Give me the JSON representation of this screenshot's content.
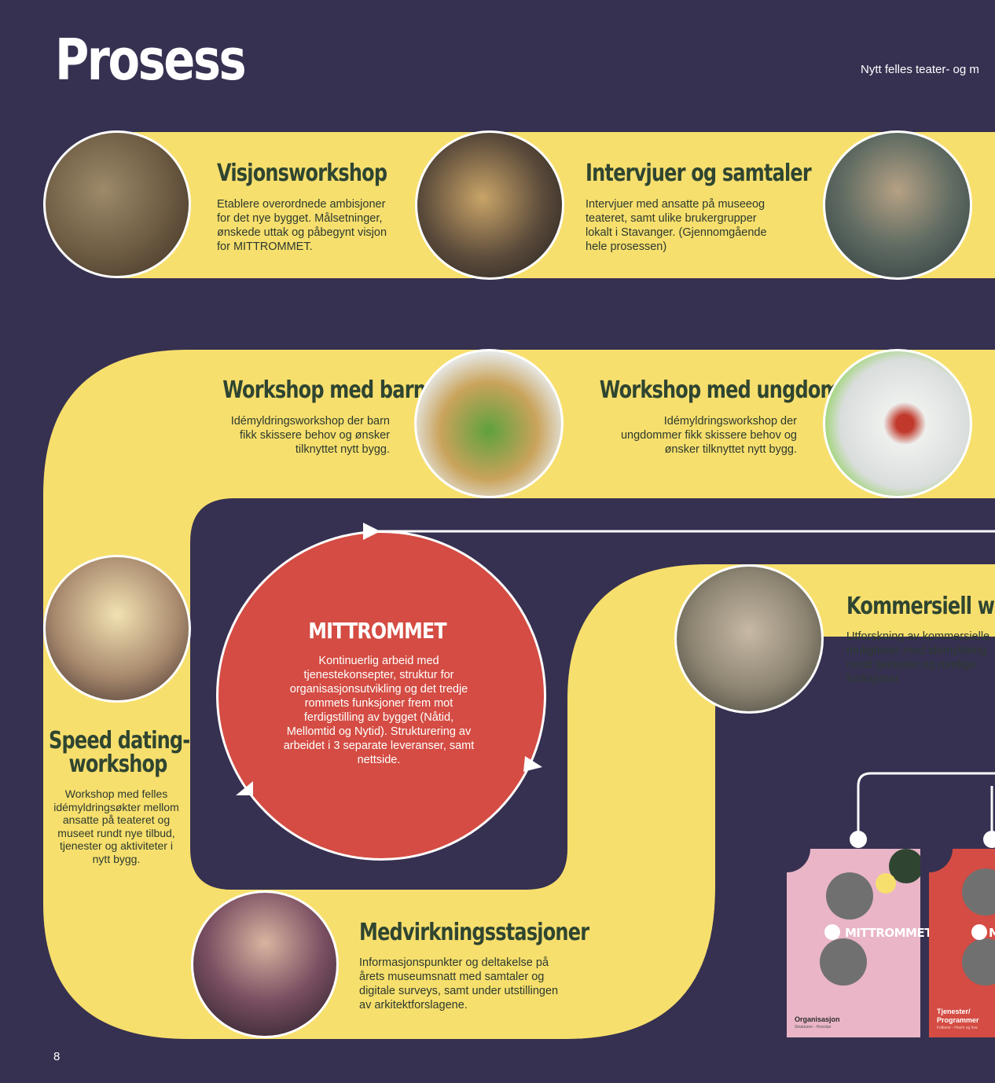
{
  "header": {
    "title": "Prosess",
    "subtitle": "Nytt felles teater- og m",
    "page_number": "8"
  },
  "steps": {
    "visjon": {
      "title": "Visjonsworkshop",
      "text": "Etablere overordnede ambisjoner for det nye bygget. Målsetninger, ønskede uttak og påbegynt visjon for MITTROMMET."
    },
    "intervjuer": {
      "title": "Intervjuer og samtaler",
      "text": "Intervjuer med ansatte på museeog teateret, samt ulike brukergrupper lokalt i Stavanger. (Gjennomgående hele prosessen)"
    },
    "barn": {
      "title": "Workshop med barn",
      "text": "Idémyldringsworkshop der barn fikk skissere behov og ønsker tilknyttet nytt bygg."
    },
    "ungdom": {
      "title": "Workshop med ungdom",
      "text": "Idémyldringsworkshop der ungdommer fikk skissere behov og ønsker tilknyttet nytt bygg."
    },
    "speed": {
      "title_line1": "Speed dating-",
      "title_line2": "workshop",
      "text": "Workshop med felles idémyldringsøkter mellom ansatte på teateret og museet rundt nye tilbud, tjenester og aktiviteter i nytt bygg."
    },
    "kommersiell": {
      "title": "Kommersiell work",
      "text": "Utforskning av kommersielle muligheter med idémyldring rundt tjenester og romlige funksjoner."
    },
    "medvirkning": {
      "title": "Medvirkningsstasjoner",
      "text": "Informasjonspunkter og deltakelse på årets museumsnatt med samtaler og digitale surveys, samt under utstillingen av arkitektforslagene."
    }
  },
  "center": {
    "title": "MITTROMMET",
    "text": "Kontinuerlig arbeid med tjenestekonsepter, struktur for organisasjonsutvikling og det tredje rommets funksjoner frem mot ferdigstilling av bygget (Nåtid, Mellomtid og Nytid). Strukturering av arbeidet i 3 separate leveranser, samt nettside."
  },
  "cards": [
    {
      "brand": "MITTROMMET",
      "label": "Organisasjon",
      "sub": "Strukturen - Hvordan",
      "color": "#e9b5c7"
    },
    {
      "brand": "M",
      "label_line1": "Tjenester/",
      "label_line2": "Programmer",
      "sub": "Folkene - Hvem og hva",
      "color": "#d44c43"
    }
  ],
  "colors": {
    "background": "#363151",
    "band": "#f7df6d",
    "accent": "#d44c43",
    "heading": "#2f4531"
  }
}
